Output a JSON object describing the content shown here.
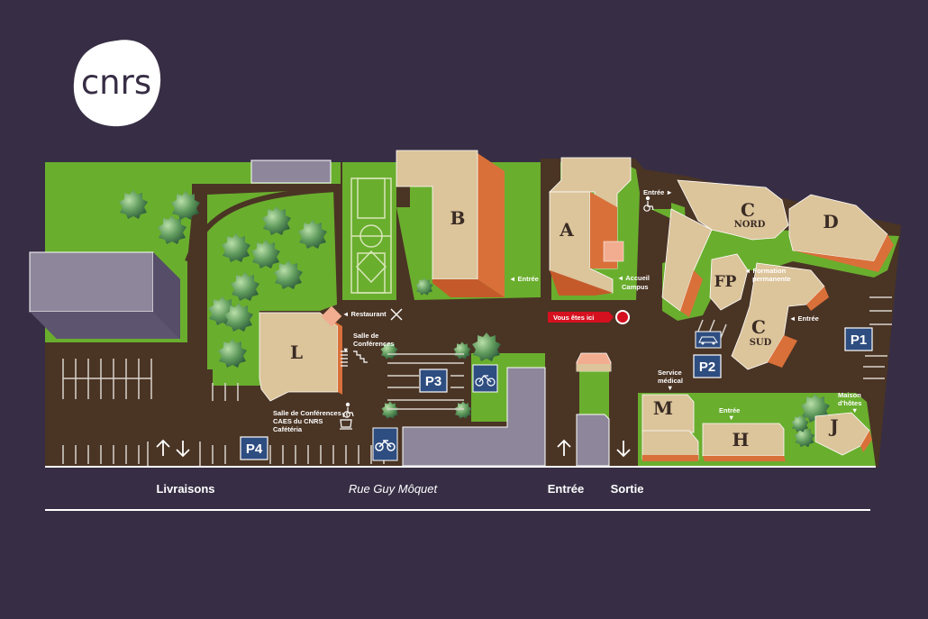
{
  "logo": {
    "text": "cnrs"
  },
  "colors": {
    "background": "#372e45",
    "grass": "#6aae2e",
    "ground": "#4a3424",
    "building": "#dcc49b",
    "building_side": "#d9703a",
    "parking": "#2e4d80",
    "marker": "#d5101f"
  },
  "buildings": {
    "A": "A",
    "B": "B",
    "C_nord": "C",
    "C_nord_sub": "NORD",
    "C_sud": "C",
    "C_sud_sub": "SUD",
    "D": "D",
    "FP": "FP",
    "L": "L",
    "M": "M",
    "H": "H",
    "J": "J"
  },
  "parkings": {
    "p1": "P1",
    "p2": "P2",
    "p3": "P3",
    "p4": "P4"
  },
  "labels": {
    "entree_b": "◄ Entrée",
    "entree_a": "Entrée ►",
    "accueil_1": "◄ Accueil",
    "accueil_2": "Campus",
    "formation_1": "◄ Formation",
    "formation_2": "permanente",
    "entree_c_sud": "◄ Entrée",
    "restaurant": "◄ Restaurant",
    "salle_1": "Salle de",
    "salle_2": "Conférences",
    "salle_arrow": "▼",
    "caes_1": "Salle de Conférences",
    "caes_2": "CAES du CNRS",
    "caes_3": "Cafétéria",
    "service_1": "Service",
    "service_2": "médical",
    "service_arrow": "▼",
    "entree_h": "Entrée",
    "entree_h_arrow": "▼",
    "maison_1": "Maison",
    "maison_2": "d'hôtes",
    "maison_arrow": "▼",
    "vous_etes_ici": "Vous êtes ici"
  },
  "street": {
    "livraisons": "Livraisons",
    "rue": "Rue Guy Môquet",
    "entree": "Entrée",
    "sortie": "Sortie"
  },
  "icons": [
    "restaurant-icon",
    "stairs-icon",
    "wheelchair-icon",
    "coffee-icon",
    "bicycle-icon",
    "motorbike-icon",
    "electric-car-icon",
    "up-arrow-icon",
    "down-arrow-icon",
    "tree-icon",
    "you-are-here-marker"
  ]
}
